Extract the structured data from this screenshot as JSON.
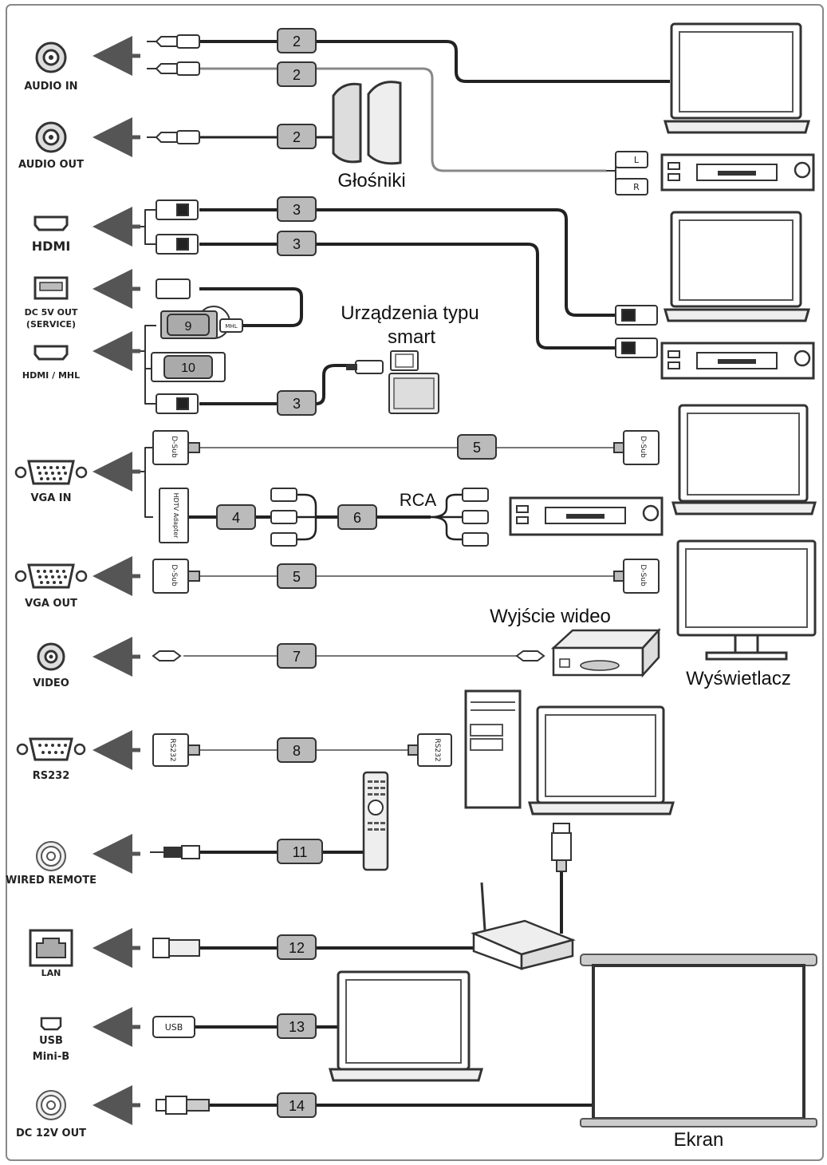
{
  "ports": [
    {
      "id": "audio-in",
      "label": "AUDIO IN"
    },
    {
      "id": "audio-out",
      "label": "AUDIO OUT"
    },
    {
      "id": "hdmi",
      "label": "HDMI"
    },
    {
      "id": "dc5v",
      "label": "DC 5V OUT",
      "label2": "(SERVICE)"
    },
    {
      "id": "hdmi-mhl",
      "label": "HDMI / MHL"
    },
    {
      "id": "vga-in",
      "label": "VGA IN"
    },
    {
      "id": "vga-out",
      "label": "VGA OUT"
    },
    {
      "id": "video",
      "label": "VIDEO"
    },
    {
      "id": "rs232",
      "label": "RS232"
    },
    {
      "id": "wired-remote",
      "label": "WIRED REMOTE"
    },
    {
      "id": "lan",
      "label": "LAN"
    },
    {
      "id": "usb-mini-b",
      "label": "USB",
      "label2": "Mini-B"
    },
    {
      "id": "dc12v",
      "label": "DC 12V OUT"
    }
  ],
  "cables": {
    "c2a": "2",
    "c2b": "2",
    "c2c": "2",
    "c3a": "3",
    "c3b": "3",
    "c3c": "3",
    "c9": "9",
    "c10": "10",
    "c5a": "5",
    "c4": "4",
    "c6": "6",
    "c5b": "5",
    "c7": "7",
    "c8": "8",
    "c11": "11",
    "c12": "12",
    "c13": "13",
    "c14": "14"
  },
  "captions": {
    "speakers": "Głośniki",
    "smart_line1": "Urządzenia typu",
    "smart_line2": "smart",
    "rca": "RCA",
    "video_out": "Wyjście wideo",
    "display": "Wyświetlacz",
    "screen": "Ekran"
  },
  "connector_labels": {
    "dsub": "D-Sub",
    "hdtv": "HDTV Adapter",
    "rs232": "RS232",
    "usb": "USB",
    "mhl": "MHL",
    "left": "L",
    "right": "R"
  }
}
